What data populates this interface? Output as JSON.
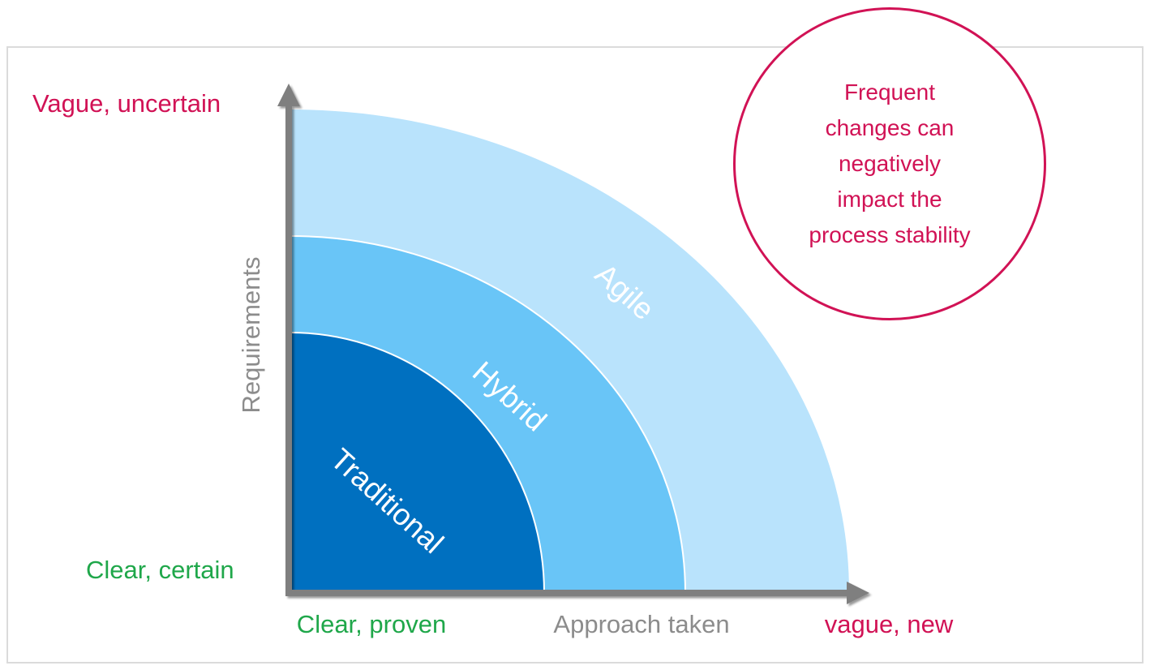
{
  "colors": {
    "crimson": "#D11255",
    "green": "#1FA74A",
    "gray_text": "#8C8C8C",
    "axis_gray": "#7F7F7F",
    "frame_border": "#DBDBDB",
    "band_label_text": "#FFFFFF"
  },
  "chart": {
    "y_axis": {
      "title": "Requirements",
      "top_label": "Vague, uncertain",
      "bottom_label": "Clear, certain"
    },
    "x_axis": {
      "title": "Approach taken",
      "left_label": "Clear, proven",
      "right_label": "vague, new"
    },
    "bands": [
      {
        "name": "Agile",
        "color": "#B9E3FC"
      },
      {
        "name": "Hybrid",
        "color": "#69C5F7"
      },
      {
        "name": "Traditional",
        "color": "#0070C0"
      }
    ]
  },
  "annotation": {
    "lines": [
      "Frequent",
      "changes can",
      "negatively",
      "impact the",
      "process stability"
    ]
  }
}
